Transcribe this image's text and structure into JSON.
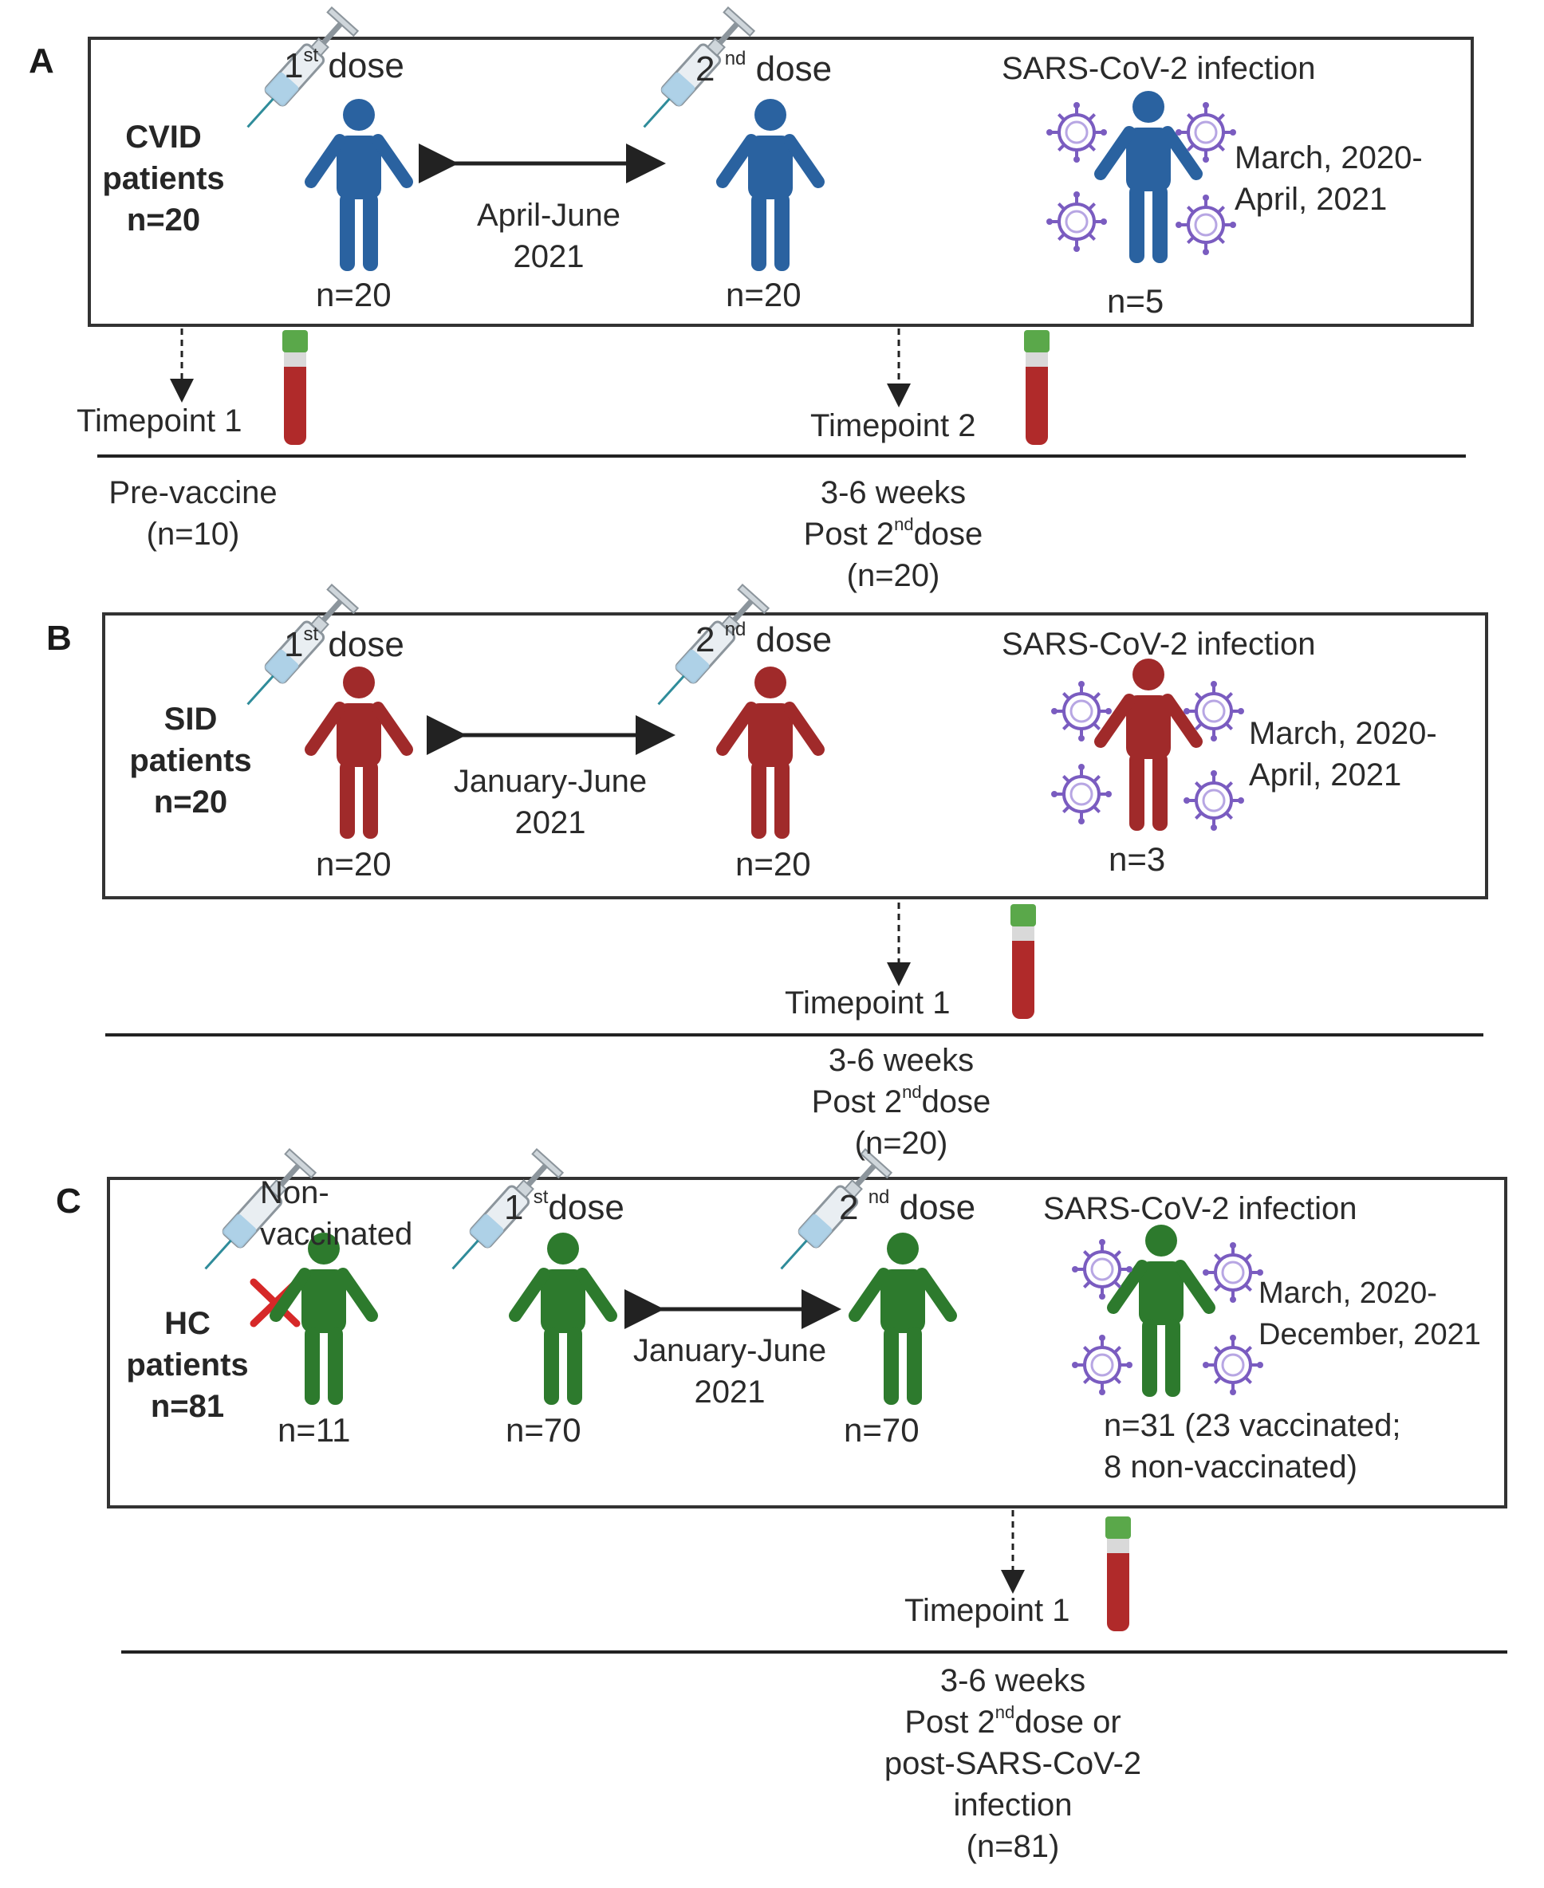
{
  "panels": [
    {
      "letter": "A",
      "group": {
        "l1": "CVID",
        "l2": "patients",
        "l3": "n=20"
      },
      "dose1": {
        "pre": "1",
        "sup": "st",
        "post": " dose"
      },
      "dose2": {
        "pre": "2 ",
        "sup": "nd",
        "post": " dose"
      },
      "interval": {
        "l1": "April-June",
        "l2": "2021"
      },
      "infection": "SARS-CoV-2 infection",
      "infection_period": {
        "l1": "March, 2020-",
        "l2": "April, 2021"
      },
      "n_dose1": "n=20",
      "n_dose2": "n=20",
      "n_infection": "n=5",
      "timepoints": [
        {
          "label": "Timepoint 1",
          "below": {
            "l1": "Pre-vaccine",
            "l2": "(n=10)"
          }
        },
        {
          "label": "Timepoint 2",
          "below": {
            "l1": "3-6 weeks",
            "l2a": "Post 2",
            "l2sup": "nd",
            "l2b": "dose",
            "l3": "(n=20)"
          }
        }
      ],
      "figure_color": "#2a62a0"
    },
    {
      "letter": "B",
      "group": {
        "l1": "SID",
        "l2": "patients",
        "l3": "n=20"
      },
      "dose1": {
        "pre": "1",
        "sup": "st",
        "post": " dose"
      },
      "dose2": {
        "pre": "2 ",
        "sup": "nd",
        "post": " dose"
      },
      "interval": {
        "l1": "January-June",
        "l2": "2021"
      },
      "infection": "SARS-CoV-2 infection",
      "infection_period": {
        "l1": "March, 2020-",
        "l2": "April, 2021"
      },
      "n_dose1": "n=20",
      "n_dose2": "n=20",
      "n_infection": "n=3",
      "timepoints": [
        {
          "label": "Timepoint 1",
          "below": {
            "l1": "3-6 weeks",
            "l2a": "Post 2",
            "l2sup": "nd",
            "l2b": "dose",
            "l3": "(n=20)"
          }
        }
      ],
      "figure_color": "#a02a2a"
    },
    {
      "letter": "C",
      "group": {
        "l1": "HC",
        "l2": "patients",
        "l3": "n=81"
      },
      "nonvax": {
        "l1": "Non-",
        "l2": "vaccinated"
      },
      "dose1": {
        "pre": "1 ",
        "sup": "st",
        "post": "dose"
      },
      "dose2": {
        "pre": "2 ",
        "sup": "nd",
        "post": " dose"
      },
      "interval": {
        "l1": "January-June",
        "l2": "2021"
      },
      "infection": "SARS-CoV-2 infection",
      "infection_period": {
        "l1": "March, 2020-",
        "l2": "December, 2021"
      },
      "n_nonvax": "n=11",
      "n_dose1": "n=70",
      "n_dose2": "n=70",
      "n_infection": {
        "l1": "n=31 (23 vaccinated;",
        "l2": "8 non-vaccinated)"
      },
      "timepoints": [
        {
          "label": "Timepoint 1",
          "below": {
            "l1": "3-6 weeks",
            "l2a": "Post 2",
            "l2sup": "nd",
            "l2b": "dose or",
            "l3": "post-SARS-CoV-2",
            "l4": "infection",
            "l5": "(n=81)"
          }
        }
      ],
      "figure_color": "#2d7a2d"
    }
  ],
  "colors": {
    "virus": "#7a5cc0",
    "tube_blood": "#b02a2a",
    "tube_cap": "#5aa84a",
    "frame": "#333333"
  }
}
